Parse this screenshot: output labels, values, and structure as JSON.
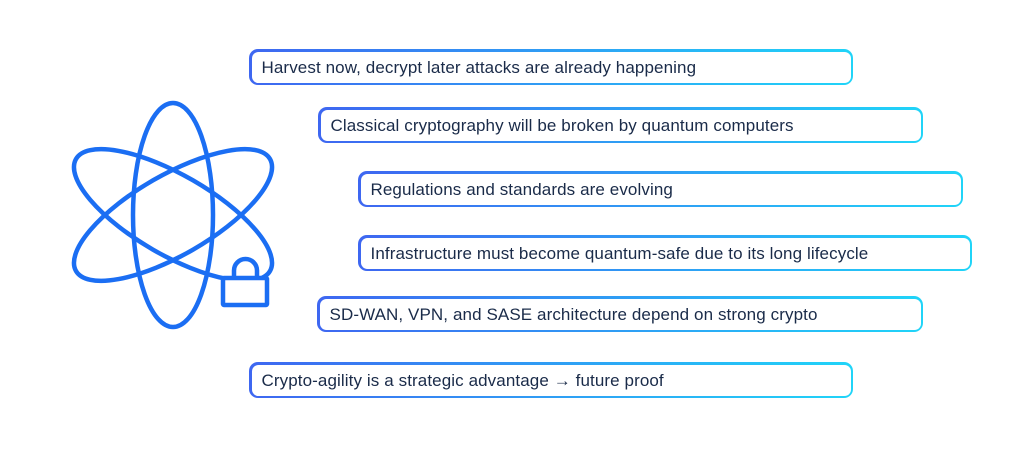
{
  "colors": {
    "background": "#ffffff",
    "box_border_gradient_start": "#3E67F1",
    "box_border_gradient_end": "#20D4F8",
    "box_fill": "#ffffff",
    "text": "#1A2B49",
    "atom_blue": "#1B6EF3"
  },
  "icon": {
    "name": "atom-with-padlock-icon"
  },
  "items": [
    {
      "label": "Harvest now, decrypt later attacks are already happening"
    },
    {
      "label": "Classical cryptography will be broken by quantum computers"
    },
    {
      "label": "Regulations and standards are evolving"
    },
    {
      "label": "Infrastructure must become quantum-safe due to its long lifecycle"
    },
    {
      "label": "SD-WAN, VPN, and SASE architecture depend on strong crypto"
    },
    {
      "label": "Crypto-agility is a strategic advantage → future proof"
    }
  ]
}
